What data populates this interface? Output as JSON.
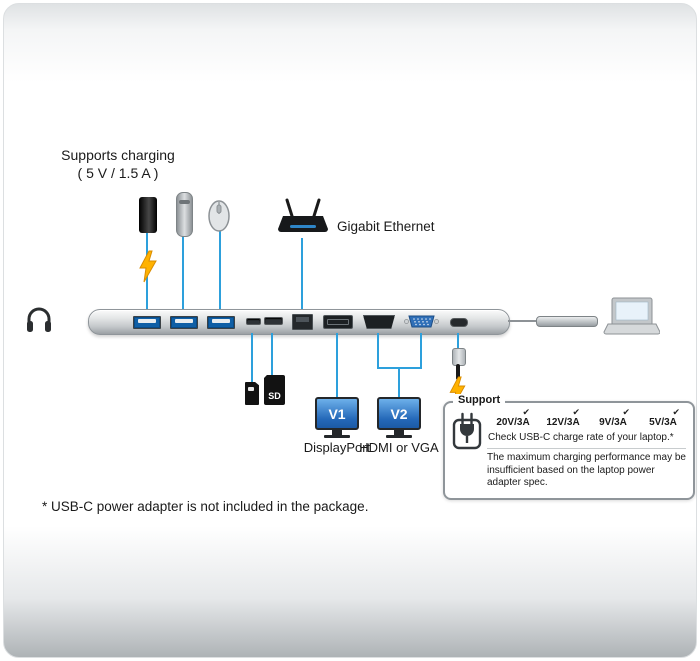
{
  "labels": {
    "supports_charging_1": "Supports charging",
    "supports_charging_2": "( 5 V / 1.5 A )",
    "gigabit_ethernet": "Gigabit Ethernet",
    "displayport_caption": "DisplayPort",
    "hdmi_vga_caption": "HDMI or VGA",
    "footnote": "* USB-C power adapter is not included in the package."
  },
  "monitors": {
    "v1": "V1",
    "v2": "V2"
  },
  "cards": {
    "sd": "SD"
  },
  "support_box": {
    "title": "Support",
    "rates": [
      {
        "check": "✔",
        "label": "20V/3A"
      },
      {
        "check": "✔",
        "label": "12V/3A"
      },
      {
        "check": "✔",
        "label": "9V/3A"
      },
      {
        "check": "✔",
        "label": "5V/3A"
      }
    ],
    "note": "Check USB-C charge rate of your laptop.*",
    "warning": "The maximum charging performance may be insufficient based on the laptop power adapter spec."
  },
  "icons": [
    "headphones-icon",
    "usb-flash-drive-icon",
    "portable-device-icon",
    "mouse-icon",
    "router-icon",
    "charging-bolt-icon",
    "usb-c-cable-icon",
    "laptop-icon",
    "power-plug-icon",
    "monitor-icon",
    "sd-card-icon",
    "micro-sd-card-icon"
  ],
  "colors": {
    "line_blue": "#2da0dc",
    "bolt_yellow": "#ffb200",
    "port_blue": "#0f5fa6",
    "screen_blue": "#2468b8",
    "dock_silver": "#c3c7ca"
  }
}
